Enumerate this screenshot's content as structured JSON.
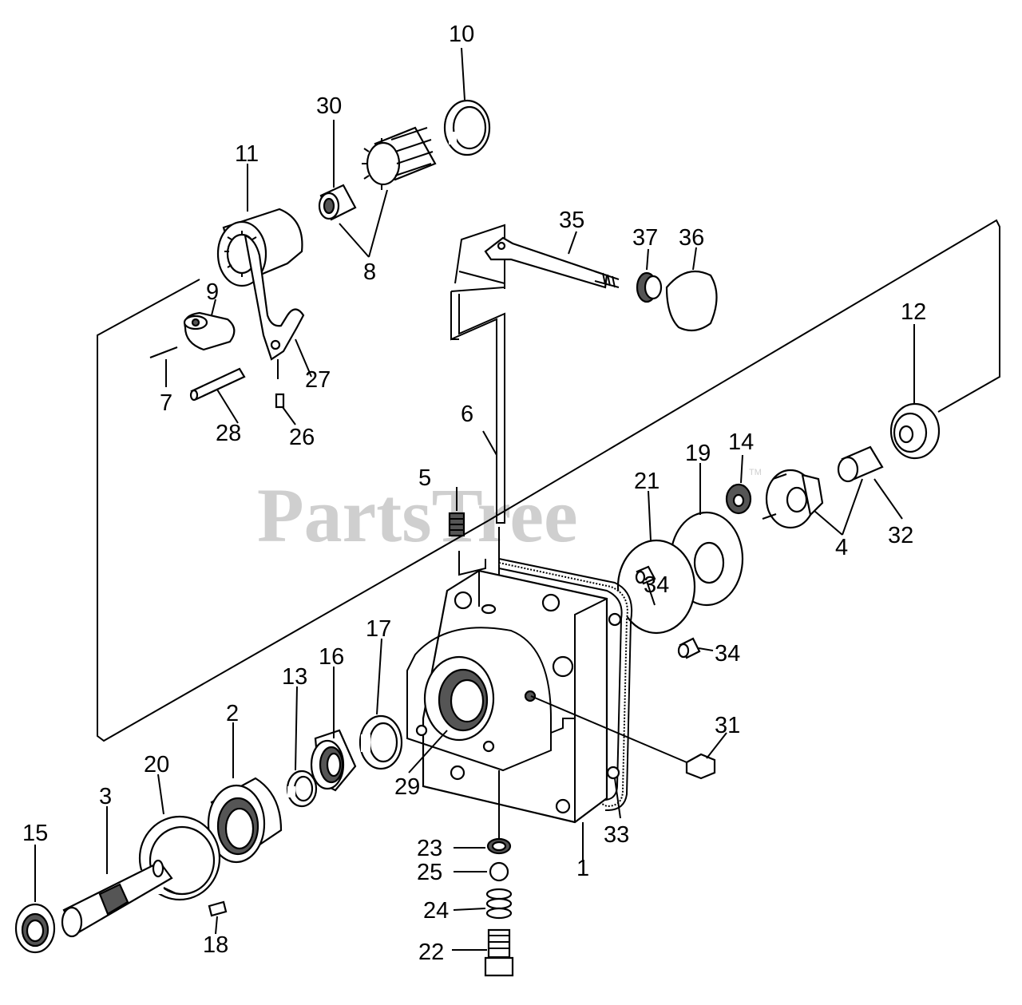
{
  "watermark": {
    "text": "PartsTree",
    "trademark": "TM"
  },
  "callouts": [
    {
      "id": "p1",
      "text": "1"
    },
    {
      "id": "p2",
      "text": "2"
    },
    {
      "id": "p3",
      "text": "3"
    },
    {
      "id": "p4",
      "text": "4"
    },
    {
      "id": "p5",
      "text": "5"
    },
    {
      "id": "p6",
      "text": "6"
    },
    {
      "id": "p7",
      "text": "7"
    },
    {
      "id": "p8",
      "text": "8"
    },
    {
      "id": "p9",
      "text": "9"
    },
    {
      "id": "p10",
      "text": "10"
    },
    {
      "id": "p11",
      "text": "11"
    },
    {
      "id": "p12",
      "text": "12"
    },
    {
      "id": "p13",
      "text": "13"
    },
    {
      "id": "p14",
      "text": "14"
    },
    {
      "id": "p15",
      "text": "15"
    },
    {
      "id": "p16",
      "text": "16"
    },
    {
      "id": "p17",
      "text": "17"
    },
    {
      "id": "p18",
      "text": "18"
    },
    {
      "id": "p19",
      "text": "19"
    },
    {
      "id": "p20",
      "text": "20"
    },
    {
      "id": "p21",
      "text": "21"
    },
    {
      "id": "p22",
      "text": "22"
    },
    {
      "id": "p23",
      "text": "23"
    },
    {
      "id": "p24",
      "text": "24"
    },
    {
      "id": "p25",
      "text": "25"
    },
    {
      "id": "p26",
      "text": "26"
    },
    {
      "id": "p27",
      "text": "27"
    },
    {
      "id": "p28",
      "text": "28"
    },
    {
      "id": "p29",
      "text": "29"
    },
    {
      "id": "p30",
      "text": "30"
    },
    {
      "id": "p31",
      "text": "31"
    },
    {
      "id": "p32",
      "text": "32"
    },
    {
      "id": "p33",
      "text": "33"
    },
    {
      "id": "p34a",
      "text": "34"
    },
    {
      "id": "p34b",
      "text": "34"
    },
    {
      "id": "p35",
      "text": "35"
    },
    {
      "id": "p36",
      "text": "36"
    },
    {
      "id": "p37",
      "text": "37"
    }
  ]
}
